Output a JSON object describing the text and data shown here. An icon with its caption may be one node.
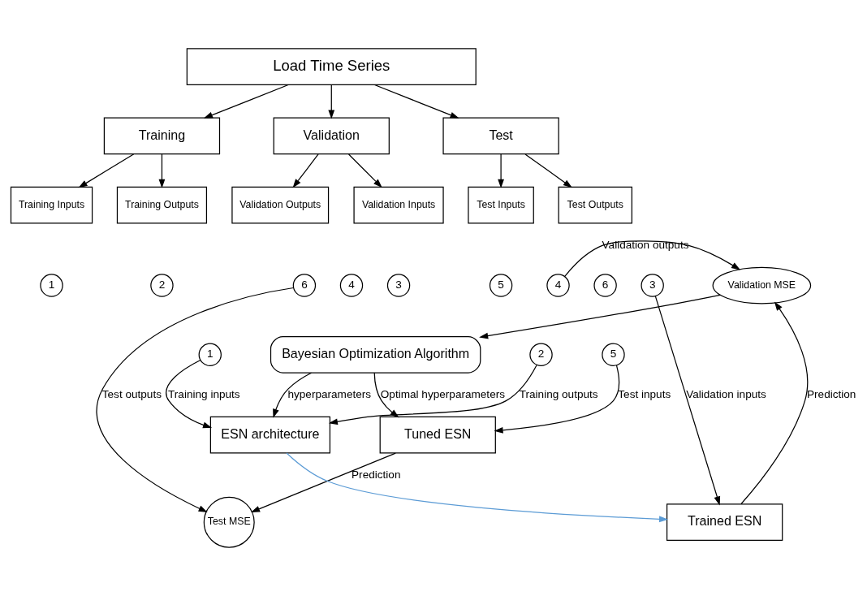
{
  "diagram": {
    "nodes": [
      {
        "text": [
          "Load Time Series"
        ]
      },
      {
        "text": [
          "Training"
        ]
      },
      {
        "text": [
          "Validation"
        ]
      },
      {
        "text": [
          "Test"
        ]
      },
      {
        "text": [
          "Training Inputs"
        ]
      },
      {
        "text": [
          "Training Outputs"
        ]
      },
      {
        "text": [
          "Validation Inputs"
        ]
      },
      {
        "text": [
          "Validation Outputs"
        ]
      },
      {
        "text": [
          "Test Inputs"
        ]
      },
      {
        "text": [
          "Test Outputs"
        ]
      },
      {
        "text": [
          "1"
        ]
      },
      {
        "text": [
          "2"
        ]
      },
      {
        "text": [
          "3"
        ]
      },
      {
        "text": [
          "4"
        ]
      },
      {
        "text": [
          "5"
        ]
      },
      {
        "text": [
          "6"
        ]
      },
      {
        "text": [
          "5"
        ]
      },
      {
        "text": [
          "Bayesian Optimization Algorithm"
        ]
      },
      {
        "text": [
          "Tuned ESN"
        ]
      },
      {
        "text": [
          "1"
        ]
      },
      {
        "text": [
          "ESN architecture"
        ]
      },
      {
        "text": [
          "2"
        ]
      },
      {
        "text": [
          "Test MSE"
        ]
      },
      {
        "text": [
          "6"
        ]
      },
      {
        "text": [
          "3"
        ]
      },
      {
        "text": [
          "Trained ESN"
        ]
      },
      {
        "text": [
          "Validation MSE"
        ]
      },
      {
        "text": [
          "4"
        ]
      }
    ],
    "edges": [
      {
        "from": 0,
        "to": 1,
        "arrow": "to"
      },
      {
        "from": 0,
        "to": 2,
        "arrow": "to"
      },
      {
        "from": 0,
        "to": 3,
        "arrow": "to"
      },
      {
        "from": 1,
        "to": 4,
        "arrow": "to"
      },
      {
        "from": 1,
        "to": 5,
        "arrow": "to"
      },
      {
        "from": 2,
        "to": 6,
        "arrow": "to"
      },
      {
        "from": 2,
        "to": 7,
        "arrow": "to"
      },
      {
        "from": 3,
        "to": 8,
        "arrow": "to"
      },
      {
        "from": 3,
        "to": 9,
        "arrow": "to"
      },
      {
        "from": 16,
        "to": 18,
        "arrow": "to",
        "label": "Test inputs"
      },
      {
        "from": 17,
        "to": 20,
        "arrow": "to",
        "label": "hyperparameters"
      },
      {
        "from": 17,
        "to": 18,
        "arrow": "to",
        "label": "Optimal hyperparameters"
      },
      {
        "from": 19,
        "to": 20,
        "arrow": "to",
        "label": "Training inputs"
      },
      {
        "from": 21,
        "to": 20,
        "arrow": "to",
        "label": "Training outputs"
      },
      {
        "from": 18,
        "to": 22,
        "arrow": "to",
        "label": "Prediction"
      },
      {
        "from": 23,
        "to": 22,
        "arrow": "to",
        "label": "Test outputs"
      },
      {
        "from": 20,
        "to": 25,
        "arrow": "to",
        "color": "#5b9bd5"
      },
      {
        "from": 24,
        "to": 25,
        "arrow": "to",
        "label": "Validation inputs"
      },
      {
        "from": 25,
        "to": 26,
        "arrow": "to",
        "label": "Prediction"
      },
      {
        "from": 27,
        "to": 26,
        "arrow": "to",
        "label": "Validation outputs"
      },
      {
        "from": 26,
        "to": 17,
        "arrow": "to"
      }
    ]
  }
}
